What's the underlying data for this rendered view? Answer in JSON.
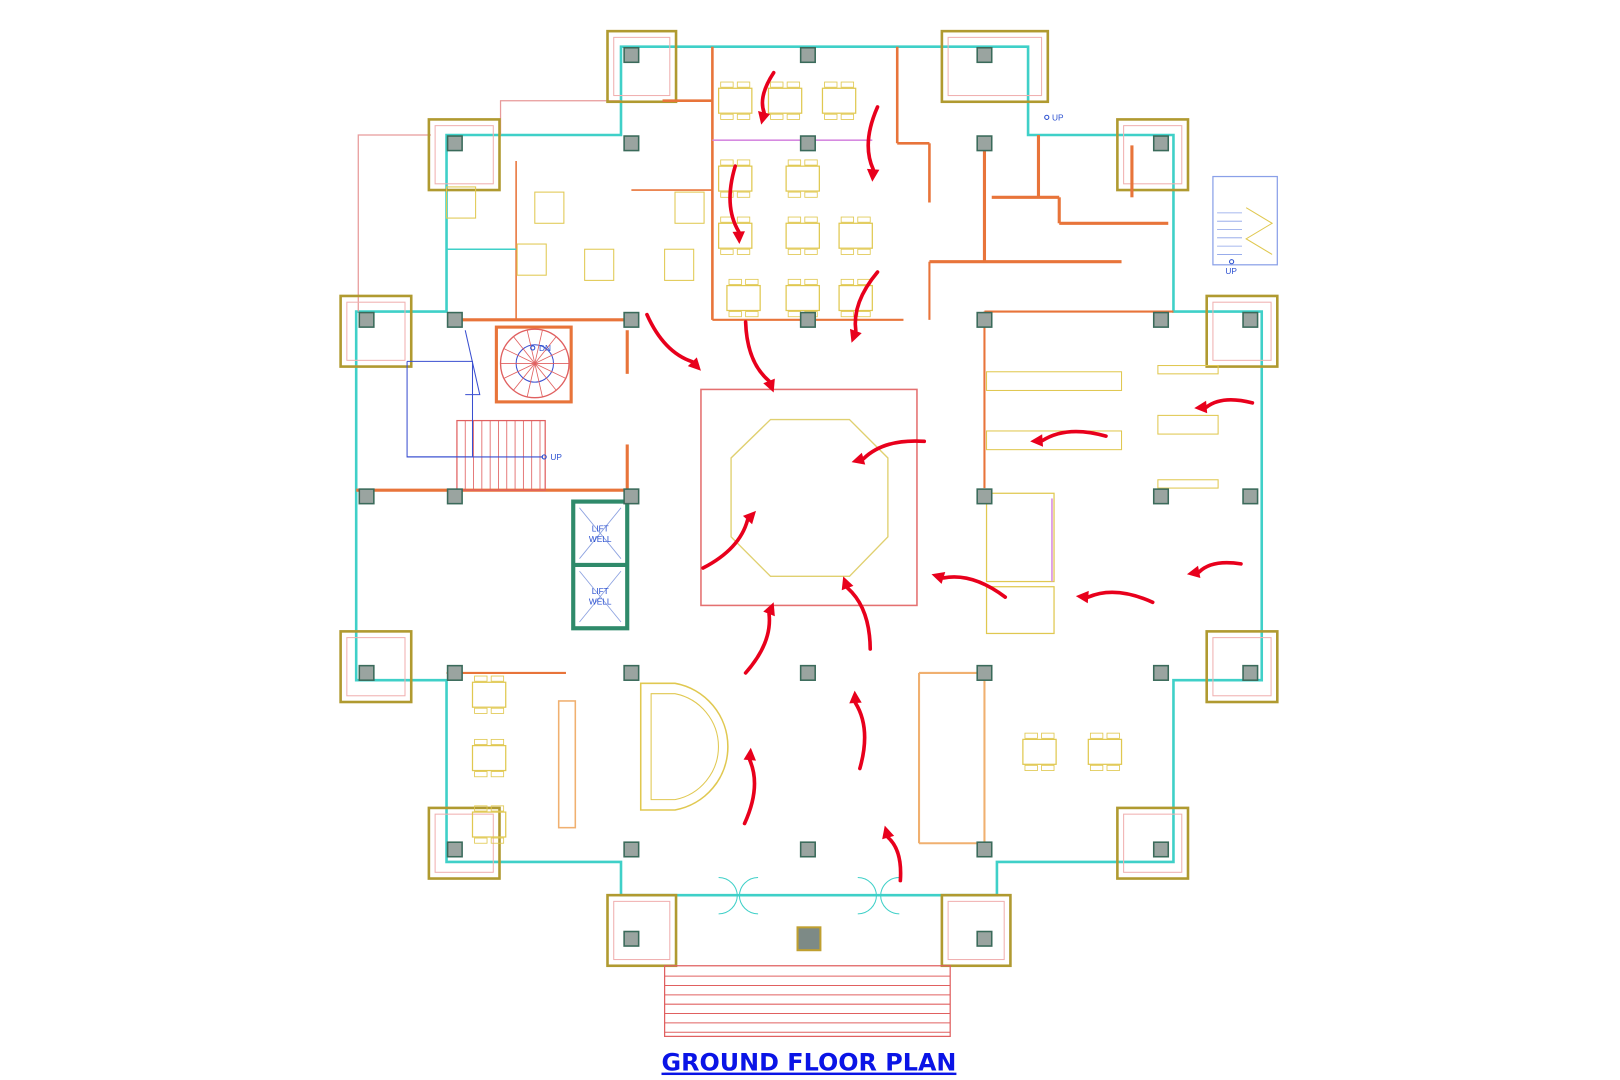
{
  "title": "GROUND FLOOR PLAN",
  "labels": {
    "up": "UP",
    "down": "DN",
    "lift_well_line1": "LIFT",
    "lift_well_line2": "WELL"
  },
  "colors": {
    "title": "#0a14e6",
    "arrow": "#e8001c",
    "outer_wall": "#3fd0c8",
    "inner_wall": "#e8743a",
    "column": "#7d8a86",
    "furniture": "#e0c850",
    "stairs": "#e06060",
    "annotation": "#2a4fd0"
  }
}
